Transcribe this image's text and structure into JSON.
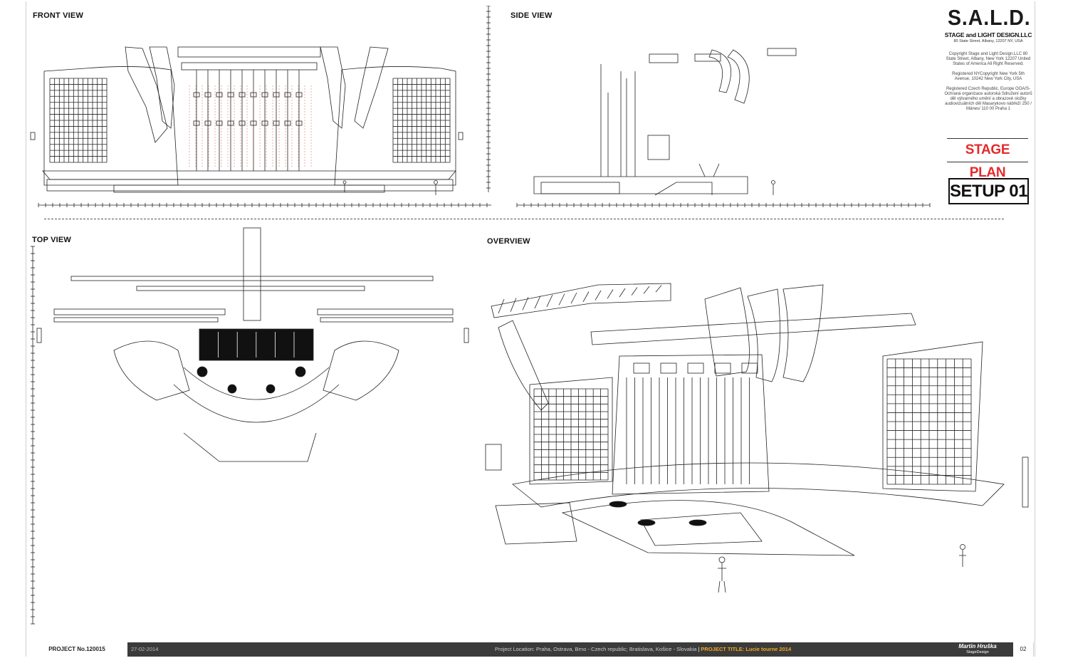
{
  "views": {
    "front": "FRONT VIEW",
    "side": "SIDE VIEW",
    "top": "TOP VIEW",
    "overview": "OVERVIEW"
  },
  "titleblock": {
    "logo": "S.A.L.D.",
    "company": "STAGE and LIGHT DESIGN.LLC",
    "address": "80 State Street, Albany, 12207 NY, USA",
    "copyright": "Copyright Stage and Light Design.LLC 80 State Street, Albany, New York 12207 United States of America All Right Reserved.",
    "registered_ny": "Registered NYCopyright New York 5th Avenue, 10242 New York City, USA",
    "registered_cz": "Registered Czech Republic, Europe OOA/S-Ochraná organizace autorská Sdružení autorů děl výtvarného umění a obrazové složky audiovizuálních děl Masarykovo nábřeží 250 / Mánes/ 110 00 Praha 1",
    "stage_plan": "STAGE PLAN",
    "setup": "SETUP 01"
  },
  "footer": {
    "project_no": "PROJECT No.120015",
    "date": "27-02-2014",
    "location": "Project Location: Praha, Ostrava, Brno - Czech republic; Bratislava, Košice - Slovakia",
    "project_title": "PROJECT TITLE: Lucie tourne 2014",
    "designer": "Martin Hruška",
    "designer_sub": "StageDesign",
    "page": "02"
  },
  "colors": {
    "accent_red": "#e52a2a",
    "footer_bg": "#3b3b3b",
    "title_orange": "#f0a820",
    "line": "#222222"
  }
}
